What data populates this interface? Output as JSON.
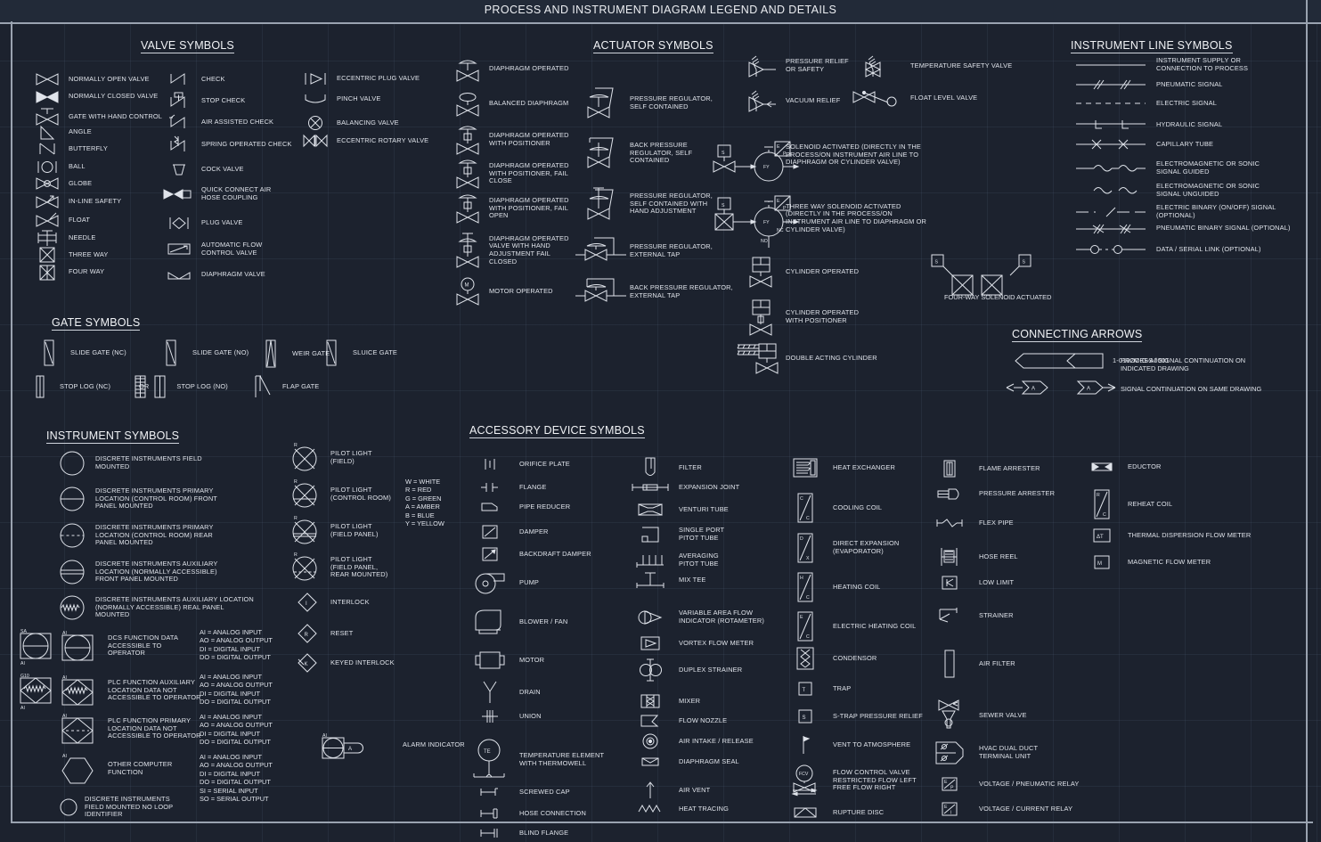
{
  "page": {
    "title": "PROCESS AND INSTRUMENT DIAGRAM LEGEND AND DETAILS",
    "background_color": "#1c222e",
    "line_color": "#dfe3ea",
    "frame_color": "#9aa3b0"
  },
  "sections": {
    "valve": {
      "title": "VALVE SYMBOLS"
    },
    "actuator": {
      "title": "ACTUATOR SYMBOLS"
    },
    "instrument_line": {
      "title": "INSTRUMENT LINE SYMBOLS"
    },
    "gate": {
      "title": "GATE SYMBOLS"
    },
    "connecting_arrows": {
      "title": "CONNECTING ARROWS"
    },
    "instrument": {
      "title": "INSTRUMENT SYMBOLS"
    },
    "accessory": {
      "title": "ACCESSORY DEVICE SYMBOLS"
    }
  },
  "valve_col1": [
    {
      "label": "NORMALLY OPEN VALVE",
      "icon": "bowtie-open-icon"
    },
    {
      "label": "NORMALLY CLOSED VALVE",
      "icon": "bowtie-closed-icon"
    },
    {
      "label": "GATE WITH HAND CONTROL",
      "icon": "gate-hand-control-icon"
    },
    {
      "label": "ANGLE",
      "icon": "angle-valve-icon"
    },
    {
      "label": "BUTTERFLY",
      "icon": "butterfly-valve-icon"
    },
    {
      "label": "BALL",
      "icon": "ball-valve-icon"
    },
    {
      "label": "GLOBE",
      "icon": "globe-valve-icon"
    },
    {
      "label": "IN-LINE SAFETY",
      "icon": "inline-safety-icon"
    },
    {
      "label": "FLOAT",
      "icon": "float-valve-icon"
    },
    {
      "label": "NEEDLE",
      "icon": "needle-valve-icon"
    },
    {
      "label": "THREE WAY",
      "icon": "three-way-valve-icon"
    },
    {
      "label": "FOUR WAY",
      "icon": "four-way-valve-icon"
    }
  ],
  "valve_col2": [
    {
      "label": "CHECK",
      "icon": "check-valve-icon"
    },
    {
      "label": "STOP CHECK",
      "icon": "stop-check-icon"
    },
    {
      "label": "AIR ASSISTED CHECK",
      "icon": "air-assisted-check-icon"
    },
    {
      "label": "SPRING OPERATED CHECK",
      "icon": "spring-operated-check-icon"
    },
    {
      "label": "COCK VALVE",
      "icon": "cock-valve-icon"
    },
    {
      "label": "QUICK CONNECT AIR\nHOSE COUPLING",
      "icon": "quick-connect-icon"
    },
    {
      "label": "PLUG VALVE",
      "icon": "plug-valve-icon"
    },
    {
      "label": "AUTOMATIC FLOW\nCONTROL VALVE",
      "icon": "automatic-flow-control-icon"
    },
    {
      "label": "DIAPHRAGM VALVE",
      "icon": "diaphragm-valve-icon"
    }
  ],
  "valve_col3": [
    {
      "label": "ECCENTRIC PLUG VALVE",
      "icon": "eccentric-plug-valve-icon"
    },
    {
      "label": "PINCH VALVE",
      "icon": "pinch-valve-icon"
    },
    {
      "label": "BALANCING VALVE",
      "icon": "balancing-valve-icon"
    },
    {
      "label": "ECCENTRIC ROTARY VALVE",
      "icon": "eccentric-rotary-valve-icon"
    }
  ],
  "actuator_col1": [
    {
      "label": "DIAPHRAGM OPERATED",
      "icon": "diaphragm-operated-icon"
    },
    {
      "label": "BALANCED DIAPHRAGM",
      "icon": "balanced-diaphragm-icon"
    },
    {
      "label": "DIAPHRAGM OPERATED\nWITH POSITIONER",
      "icon": "diaphragm-positioner-icon"
    },
    {
      "label": "DIAPHRAGM OPERATED\nWITH POSITIONER, FAIL\nCLOSE",
      "icon": "diaphragm-positioner-fail-close-icon"
    },
    {
      "label": "DIAPHRAGM OPERATED\nWITH POSITIONER, FAIL\nOPEN",
      "icon": "diaphragm-positioner-fail-open-icon"
    },
    {
      "label": "DIAPHRAGM OPERATED\nVALVE WITH HAND\nADJUSTMENT FAIL\nCLOSED",
      "icon": "diaphragm-hand-adjust-icon"
    },
    {
      "label": "MOTOR OPERATED",
      "icon": "motor-operated-icon"
    }
  ],
  "actuator_col2": [
    {
      "label": "PRESSURE REGULATOR,\nSELF CONTAINED",
      "icon": "pressure-regulator-self-contained-icon"
    },
    {
      "label": "BACK PRESSURE\nREGULATOR, SELF\nCONTAINED",
      "icon": "back-pressure-regulator-self-icon"
    },
    {
      "label": "PRESSURE REGULATOR,\nSELF CONTAINED WITH\nHAND ADJUSTMENT",
      "icon": "pressure-regulator-hand-adjust-icon"
    },
    {
      "label": "PRESSURE REGULATOR,\nEXTERNAL TAP",
      "icon": "pressure-regulator-external-tap-icon"
    },
    {
      "label": "BACK PRESSURE REGULATOR,\nEXTERNAL TAP",
      "icon": "back-pressure-regulator-external-tap-icon"
    }
  ],
  "actuator_col3": [
    {
      "label": "PRESSURE RELIEF\nOR SAFETY",
      "icon": "pressure-relief-icon"
    },
    {
      "label": "VACUUM RELIEF",
      "icon": "vacuum-relief-icon"
    },
    {
      "label": "SOLENOID ACTIVATED (DIRECTLY IN THE\nPROCESS/ON INSTRUMENT  AIR LINE TO\nDIAPHRAGM OR CYLINDER VALVE)",
      "icon": "solenoid-activated-icon"
    },
    {
      "label": "THREE WAY SOLENOID ACTIVATED\n(DIRECTLY IN THE PROCESS/ON\nINSTRUMENT  AIR LINE TO DIAPHRAGM OR\nCYLINDER VALVE)",
      "icon": "three-way-solenoid-icon"
    },
    {
      "label": "CYLINDER OPERATED",
      "icon": "cylinder-operated-icon"
    },
    {
      "label": "CYLINDER OPERATED\nWITH POSITIONER",
      "icon": "cylinder-operated-positioner-icon"
    },
    {
      "label": "DOUBLE ACTING CYLINDER",
      "icon": "double-acting-cylinder-icon"
    }
  ],
  "actuator_col4": [
    {
      "label": "TEMPERATURE SAFETY VALVE",
      "icon": "temperature-safety-valve-icon"
    },
    {
      "label": "FLOAT LEVEL VALVE",
      "icon": "float-level-valve-icon"
    }
  ],
  "four_way_solenoid": {
    "label": "FOUR-WAY SOLENOID ACTUATED",
    "tag": "S"
  },
  "instrument_line": [
    {
      "label": "INSTRUMENT SUPPLY OR\nCONNECTION TO PROCESS",
      "icon": "solid-line-icon"
    },
    {
      "label": "PNEUMATIC SIGNAL",
      "icon": "pneumatic-signal-icon"
    },
    {
      "label": "ELECTRIC SIGNAL",
      "icon": "electric-signal-icon"
    },
    {
      "label": "HYDRAULIC SIGNAL",
      "icon": "hydraulic-signal-icon"
    },
    {
      "label": "CAPILLARY TUBE",
      "icon": "capillary-tube-icon"
    },
    {
      "label": "ELECTROMAGNETIC OR SONIC\n SIGNAL GUIDED",
      "icon": "sonic-guided-icon"
    },
    {
      "label": "ELECTROMAGNETIC OR SONIC\n SIGNAL UNGUIDED",
      "icon": "sonic-unguided-icon"
    },
    {
      "label": "ELECTRIC BINARY (ON/OFF) SIGNAL\n(OPTIONAL)",
      "icon": "electric-binary-icon"
    },
    {
      "label": "PNEUMATIC BINARY SIGNAL (OPTIONAL)",
      "icon": "pneumatic-binary-icon"
    },
    {
      "label": "DATA / SERIAL LINK (OPTIONAL)",
      "icon": "data-serial-link-icon"
    }
  ],
  "gate_row1": [
    {
      "label": "SLIDE GATE (NC)",
      "icon": "slide-gate-nc-icon"
    },
    {
      "label": "SLIDE GATE (NO)",
      "icon": "slide-gate-no-icon"
    },
    {
      "label": "WEIR GATE",
      "icon": "weir-gate-icon"
    },
    {
      "label": "SLUICE GATE",
      "icon": "sluice-gate-icon"
    }
  ],
  "gate_row2": [
    {
      "label": "STOP LOG (NC)",
      "icon": "stop-log-nc-icon"
    },
    {
      "label": "STOP LOG (NO)",
      "icon": "stop-log-no-icon",
      "or_text": "OR"
    },
    {
      "label": "FLAP GATE",
      "icon": "flap-gate-icon"
    }
  ],
  "connecting_arrows": [
    {
      "tag": "1-0102M-G-A0001",
      "label": "PROCESS / SIGNAL CONTINUATION ON\nINDICATED DRAWING",
      "icon": "drawing-continuation-arrow-icon"
    },
    {
      "tag": "A",
      "label": "SIGNAL CONTINUATION ON SAME DRAWING",
      "icon": "same-drawing-arrow-icon"
    }
  ],
  "instrument_symbols": [
    {
      "label": "DISCRETE INSTRUMENTS FIELD\nMOUNTED",
      "icon": "circle-plain-icon"
    },
    {
      "label": "DISCRETE INSTRUMENTS PRIMARY\nLOCATION (CONTROL ROOM) FRONT\nPANEL MOUNTED",
      "icon": "circle-solid-line-icon"
    },
    {
      "label": "DISCRETE INSTRUMENTS PRIMARY\nLOCATION (CONTROL ROOM) REAR\nPANEL MOUNTED",
      "icon": "circle-dashed-line-icon"
    },
    {
      "label": "DISCRETE INSTRUMENTS AUXILIARY\nLOCATION (NORMALLY ACCESSIBLE)\nFRONT PANEL MOUNTED",
      "icon": "circle-double-line-icon"
    },
    {
      "label": "DISCRETE INSTRUMENTS AUXILIARY LOCATION\n(NORMALLY ACCESSIBLE)  REAL PANEL\nMOUNTED",
      "icon": "circle-wavy-line-icon"
    }
  ],
  "computer_functions": [
    {
      "label": "DCS FUNCTION  DATA\nACCESSIBLE TO\nOPERATOR",
      "icon": "dcs-function-icon",
      "tag_a": "SA",
      "tag_b": "AI",
      "tag_c": "AI",
      "io": "AI = ANALOG INPUT\nAO = ANALOG OUTPUT\nDI = DIGITAL INPUT\nDO = DIGITAL OUTPUT"
    },
    {
      "label": "PLC FUNCTION  AUXILIARY\nLOCATION  DATA NOT\nACCESSIBLE TO OPERATOR",
      "icon": "plc-auxiliary-icon",
      "tag_a": "G10",
      "tag_b": "AI",
      "tag_c": "AI",
      "io": "AI = ANALOG INPUT\nAO = ANALOG OUTPUT\nDI = DIGITAL INPUT\nDO = DIGITAL OUTPUT"
    },
    {
      "label": "PLC FUNCTION PRIMARY\nLOCATION  DATA NOT\nACCESSIBLE TO OPERATOR",
      "icon": "plc-primary-icon",
      "tag_b": "AI",
      "io": "AI = ANALOG INPUT\nAO = ANALOG OUTPUT\nDI = DIGITAL INPUT\nDO = DIGITAL OUTPUT"
    },
    {
      "label": "OTHER COMPUTER\nFUNCTION",
      "icon": "other-computer-function-icon",
      "tag_b": "AI",
      "io": "AI = ANALOG INPUT\nAO = ANALOG OUTPUT\nDI = DIGITAL INPUT\nDO = DIGITAL OUTPUT\nSI = SERIAL INPUT\nSO = SERIAL OUTPUT"
    }
  ],
  "no_loop": {
    "label": "DISCRETE INSTRUMENTS\nFIELD MOUNTED NO LOOP\nIDENTIFIER",
    "icon": "circle-small-icon"
  },
  "pilot_lights": [
    {
      "label": "PILOT LIGHT\n(FIELD)",
      "tag": "R",
      "icon": "pilot-light-field-icon"
    },
    {
      "label": "PILOT LIGHT\n(CONTROL  ROOM)",
      "tag": "R",
      "icon": "pilot-light-control-room-icon"
    },
    {
      "label": "PILOT LIGHT\n(FIELD PANEL)",
      "tag": "R",
      "icon": "pilot-light-field-panel-icon"
    },
    {
      "label": "PILOT LIGHT\n(FIELD PANEL,\nREAR MOUNTED)",
      "tag": "R",
      "icon": "pilot-light-field-panel-rear-icon"
    }
  ],
  "color_key": "W = WHITE\nR = RED\nG = GREEN\nA = AMBER\nB = BLUE\nY = YELLOW",
  "interlocks": [
    {
      "label": "INTERLOCK",
      "tag": "I",
      "icon": "interlock-icon"
    },
    {
      "label": "RESET",
      "tag": "R",
      "icon": "reset-icon"
    },
    {
      "label": "KEYED INTERLOCK",
      "tag": "K",
      "icon": "keyed-interlock-icon"
    }
  ],
  "alarm_indicator": {
    "label": "ALARM INDICATOR",
    "tag": "AI",
    "inner": "A",
    "icon": "alarm-indicator-icon"
  },
  "accessory_col1": [
    {
      "label": "ORIFICE PLATE",
      "icon": "orifice-plate-icon"
    },
    {
      "label": "FLANGE",
      "icon": "flange-icon"
    },
    {
      "label": "PIPE REDUCER",
      "icon": "pipe-reducer-icon"
    },
    {
      "label": "DAMPER",
      "icon": "damper-icon"
    },
    {
      "label": "BACKDRAFT DAMPER",
      "icon": "backdraft-damper-icon"
    },
    {
      "label": "PUMP",
      "icon": "pump-icon"
    },
    {
      "label": "BLOWER / FAN",
      "icon": "blower-fan-icon"
    },
    {
      "label": "MOTOR",
      "icon": "motor-icon"
    },
    {
      "label": "DRAIN",
      "icon": "drain-icon"
    },
    {
      "label": "UNION",
      "icon": "union-icon"
    },
    {
      "label": "TEMPERATURE ELEMENT\nWITH THERMOWELL",
      "icon": "temperature-element-thermowell-icon",
      "tag": "TE"
    },
    {
      "label": "SCREWED CAP",
      "icon": "screwed-cap-icon"
    },
    {
      "label": "HOSE CONNECTION",
      "icon": "hose-connection-icon"
    },
    {
      "label": "BLIND FLANGE",
      "icon": "blind-flange-icon"
    }
  ],
  "accessory_col2": [
    {
      "label": "FILTER",
      "icon": "filter-icon"
    },
    {
      "label": "EXPANSION JOINT",
      "icon": "expansion-joint-icon"
    },
    {
      "label": "VENTURI TUBE",
      "icon": "venturi-tube-icon"
    },
    {
      "label": "SINGLE PORT\nPITOT TUBE",
      "icon": "single-port-pitot-tube-icon"
    },
    {
      "label": "AVERAGING\nPITOT TUBE",
      "icon": "averaging-pitot-tube-icon"
    },
    {
      "label": "MIX TEE",
      "icon": "mix-tee-icon"
    },
    {
      "label": "VARIABLE AREA FLOW\nINDICATOR (ROTAMETER)",
      "icon": "rotameter-icon"
    },
    {
      "label": "VORTEX FLOW METER",
      "icon": "vortex-flow-meter-icon"
    },
    {
      "label": "DUPLEX STRAINER",
      "icon": "duplex-strainer-icon"
    },
    {
      "label": "MIXER",
      "icon": "mixer-icon"
    },
    {
      "label": "FLOW NOZZLE",
      "icon": "flow-nozzle-icon"
    },
    {
      "label": "AIR INTAKE / RELEASE",
      "icon": "air-intake-release-icon"
    },
    {
      "label": "DIAPHRAGM SEAL",
      "icon": "diaphragm-seal-icon"
    },
    {
      "label": "AIR VENT",
      "icon": "air-vent-icon"
    },
    {
      "label": "HEAT TRACING",
      "icon": "heat-tracing-icon"
    }
  ],
  "accessory_col3": [
    {
      "label": "HEAT EXCHANGER",
      "icon": "heat-exchanger-icon"
    },
    {
      "label": "COOLING COIL",
      "icon": "cooling-coil-icon",
      "t1": "C",
      "t2": "C"
    },
    {
      "label": "DIRECT EXPANSION\n(EVAPORATOR)",
      "icon": "direct-expansion-icon",
      "t1": "D",
      "t2": "X"
    },
    {
      "label": "HEATING COIL",
      "icon": "heating-coil-icon",
      "t1": "H",
      "t2": "C"
    },
    {
      "label": "ELECTRIC HEATING COIL",
      "icon": "electric-heating-coil-icon",
      "t1": "E",
      "t2": "C"
    },
    {
      "label": "CONDENSOR",
      "icon": "condensor-icon"
    },
    {
      "label": "TRAP",
      "icon": "trap-icon",
      "t1": "T"
    },
    {
      "label": "S-TRAP PRESSURE RELIEF",
      "icon": "s-trap-pressure-relief-icon",
      "t1": "S"
    },
    {
      "label": "VENT TO ATMOSPHERE",
      "icon": "vent-to-atmosphere-icon"
    },
    {
      "label": "FLOW CONTROL VALVE\nRESTRICTED FLOW LEFT\nFREE FLOW RIGHT",
      "icon": "flow-control-valve-icon",
      "t1": "FCV"
    },
    {
      "label": "RUPTURE DISC",
      "icon": "rupture-disc-icon"
    }
  ],
  "accessory_col4": [
    {
      "label": "FLAME ARRESTER",
      "icon": "flame-arrester-icon"
    },
    {
      "label": "PRESSURE ARRESTER",
      "icon": "pressure-arrester-icon"
    },
    {
      "label": "FLEX PIPE",
      "icon": "flex-pipe-icon"
    },
    {
      "label": "HOSE REEL",
      "icon": "hose-reel-icon"
    },
    {
      "label": "LOW LIMIT",
      "icon": "low-limit-icon"
    },
    {
      "label": "STRAINER",
      "icon": "strainer-icon"
    },
    {
      "label": "AIR FILTER",
      "icon": "air-filter-icon"
    },
    {
      "label": "SEWER VALVE",
      "icon": "sewer-valve-icon"
    },
    {
      "label": "HVAC DUAL DUCT\nTERMINAL UNIT",
      "icon": "hvac-dual-duct-icon"
    },
    {
      "label": "VOLTAGE / PNEUMATIC RELAY",
      "icon": "voltage-pneumatic-relay-icon",
      "t1": "E",
      "t2": "P"
    },
    {
      "label": "VOLTAGE / CURRENT RELAY",
      "icon": "voltage-current-relay-icon",
      "t1": "E",
      "t2": "I"
    }
  ],
  "accessory_col5": [
    {
      "label": "EDUCTOR",
      "icon": "eductor-icon"
    },
    {
      "label": "REHEAT COIL",
      "icon": "reheat-coil-icon",
      "t1": "R",
      "t2": "C"
    },
    {
      "label": "THERMAL DISPERSION FLOW METER",
      "icon": "thermal-dispersion-flow-meter-icon",
      "t1": "ΔT"
    },
    {
      "label": "MAGNETIC FLOW METER",
      "icon": "magnetic-flow-meter-icon",
      "t1": "M"
    }
  ]
}
